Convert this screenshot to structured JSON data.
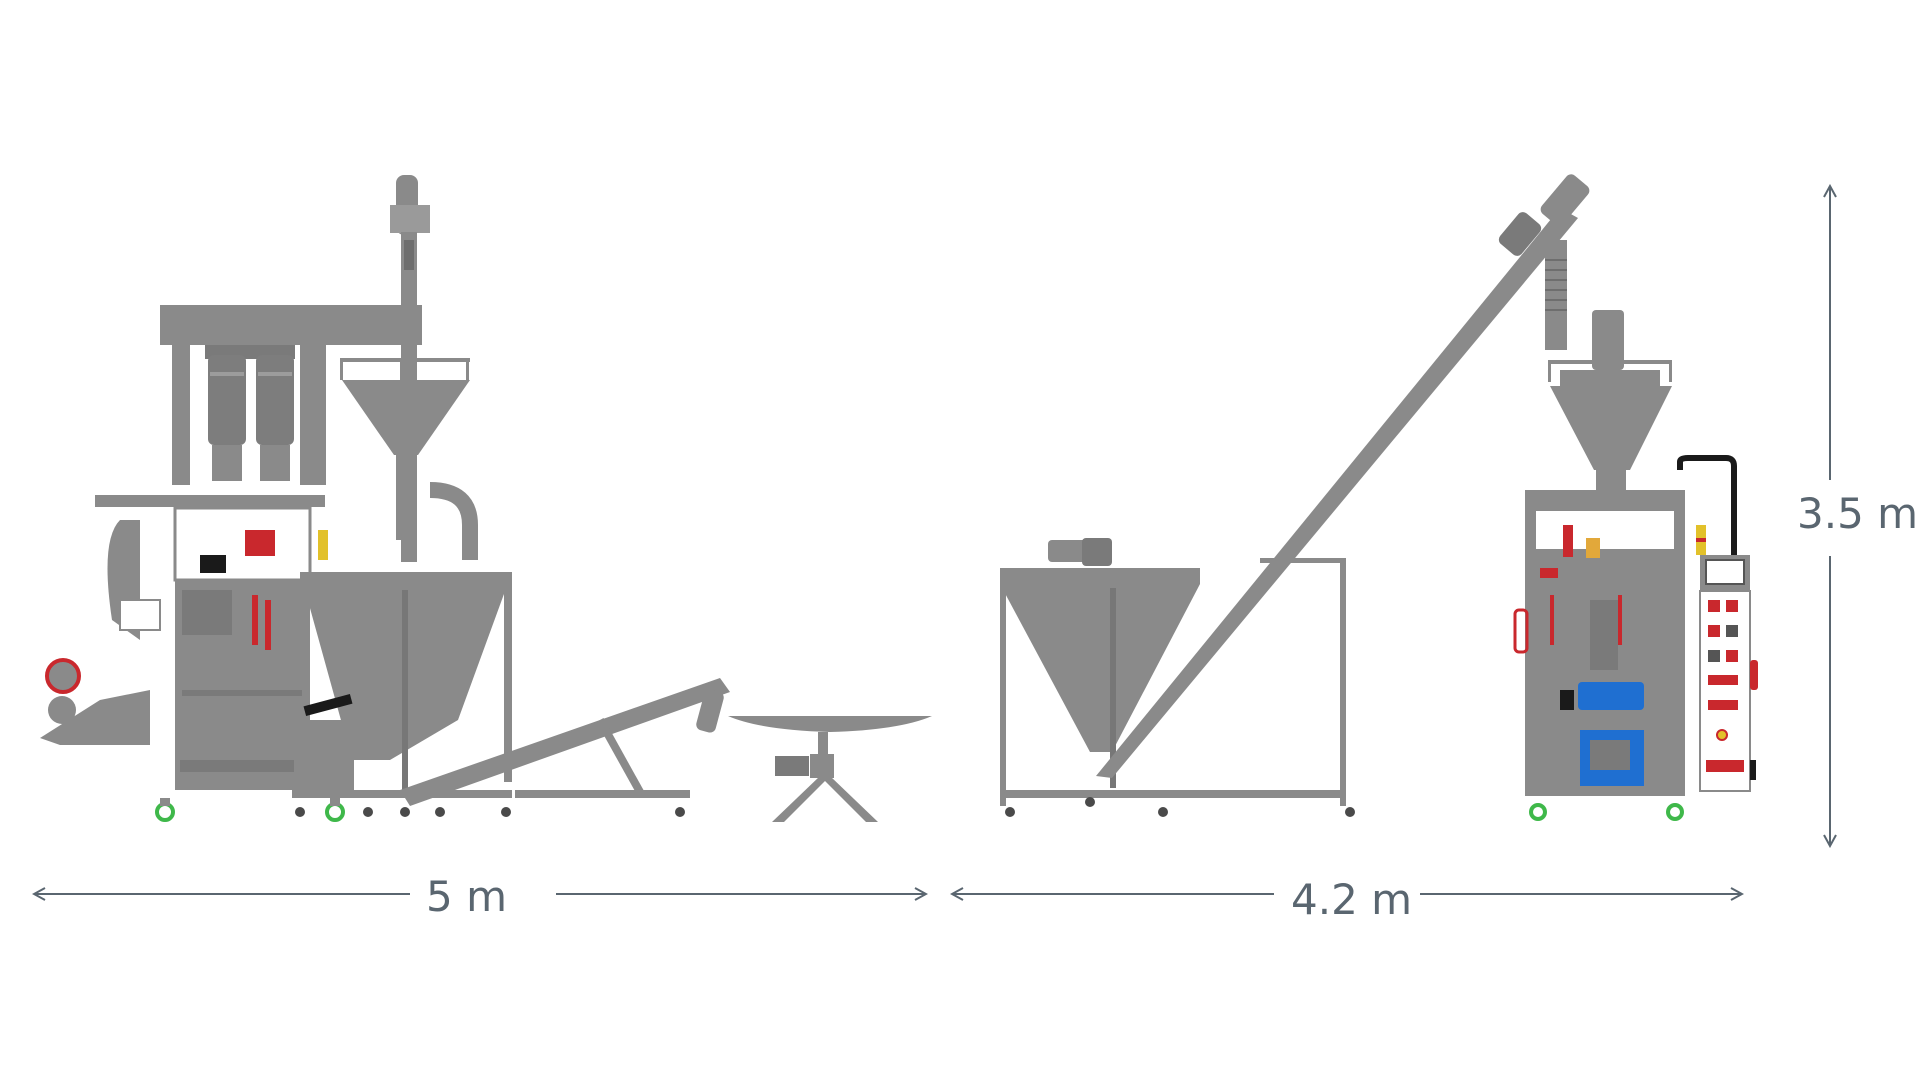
{
  "dimensions": {
    "width_left": "5 m",
    "width_right": "4.2 m",
    "height": "3.5 m"
  },
  "colors": {
    "machine_body": "#8a8a8a",
    "machine_dark": "#6f6f6f",
    "machine_light": "#a3a3a3",
    "accent_red": "#c9282d",
    "accent_blue": "#1f6fd1",
    "accent_yellow": "#e2c12a",
    "accent_green": "#3fb84a",
    "dimension_line": "#5a6670"
  }
}
